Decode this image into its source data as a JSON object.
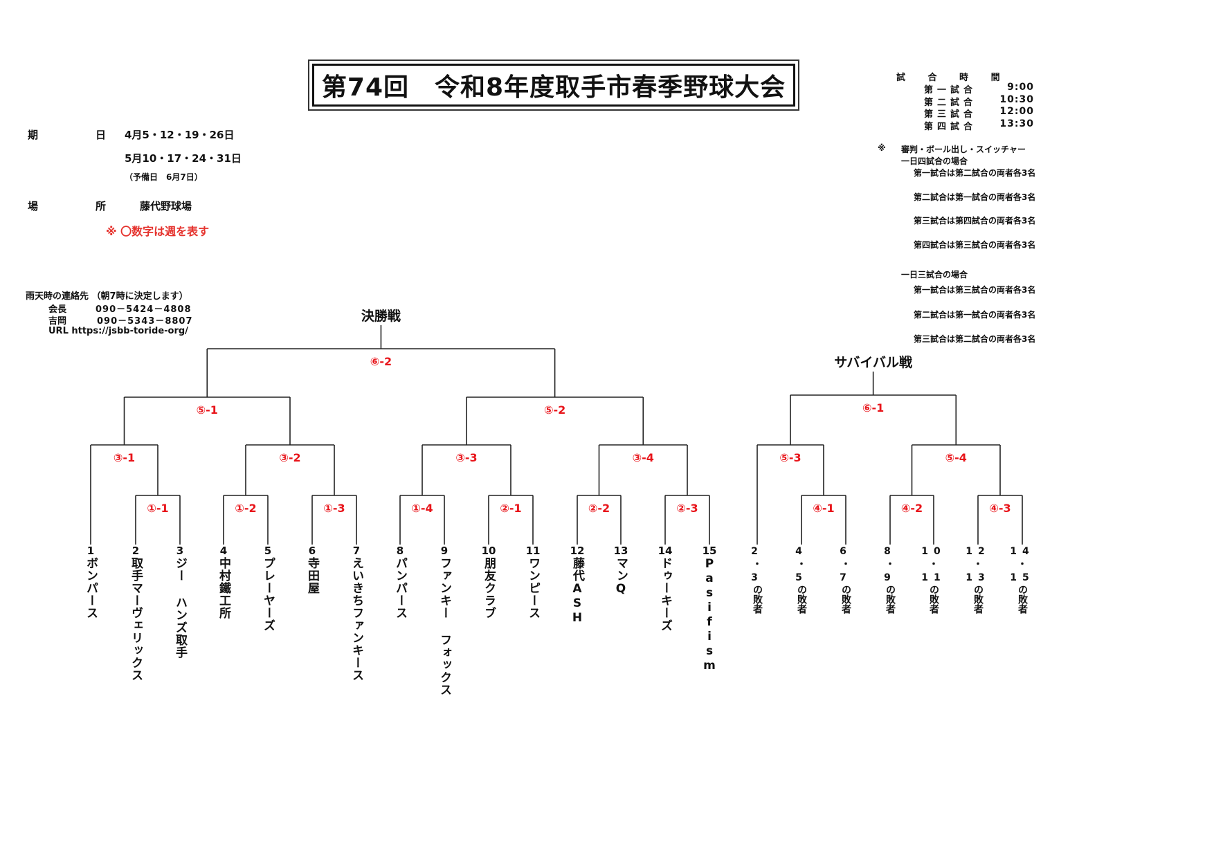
{
  "title": "第74回　令和8年度取手市春季野球大会",
  "info": {
    "date_label_1": "期",
    "date_label_2": "日",
    "dates_line1": "4月5・12・19・26日",
    "dates_line2": "5月10・17・24・31日",
    "reserve": "（予備日　6月7日）",
    "place_label_1": "場",
    "place_label_2": "所",
    "place": "藤代野球場",
    "week_note": "※ 〇数字は週を表す"
  },
  "contact": {
    "heading": "雨天時の連絡先 （朝7時に決定します）",
    "people": [
      {
        "name": "会長",
        "phone": "090－5424－4808"
      },
      {
        "name": "吉岡",
        "phone": "090－5343－8807"
      }
    ],
    "url": "URL https://jsbb-toride-org/"
  },
  "schedule": {
    "heading": "試 合 時 間",
    "rows": [
      {
        "label": "第一試合",
        "time": "9:00"
      },
      {
        "label": "第二試合",
        "time": "10:30"
      },
      {
        "label": "第三試合",
        "time": "12:00"
      },
      {
        "label": "第四試合",
        "time": "13:30"
      }
    ]
  },
  "duty": {
    "mark": "※",
    "heading": "審判・ボール出し・スイッチャー",
    "four_games_heading": "一日四試合の場合",
    "four_games": [
      "第一試合は第二試合の両者各3名",
      "第二試合は第一試合の両者各3名",
      "第三試合は第四試合の両者各3名",
      "第四試合は第三試合の両者各3名"
    ],
    "three_games_heading": "一日三試合の場合",
    "three_games": [
      "第一試合は第三試合の両者各3名",
      "第二試合は第一試合の両者各3名",
      "第三試合は第二試合の両者各3名"
    ]
  },
  "main_bracket": {
    "title": "決勝戦",
    "teams": [
      {
        "num": "1",
        "name": "ボンパース"
      },
      {
        "num": "2",
        "name": "取手マーヴェリックス"
      },
      {
        "num": "3",
        "name": "ジー ハンズ取手"
      },
      {
        "num": "4",
        "name": "中村鐵工所"
      },
      {
        "num": "5",
        "name": "プレーヤーズ"
      },
      {
        "num": "6",
        "name": "寺田屋"
      },
      {
        "num": "7",
        "name": "えいきちファンキース"
      },
      {
        "num": "8",
        "name": "パンパース"
      },
      {
        "num": "9",
        "name": "ファンキー フォックス"
      },
      {
        "num": "10",
        "name": "朋友クラブ"
      },
      {
        "num": "11",
        "name": "ワンピース"
      },
      {
        "num": "12",
        "name": "藤代ASH"
      },
      {
        "num": "13",
        "name": "マンQ"
      },
      {
        "num": "14",
        "name": "ドゥーキーズ"
      },
      {
        "num": "15",
        "name": "Pasifism"
      }
    ],
    "matches": [
      {
        "key": "m1",
        "label": "①-1",
        "round": 1,
        "a": "t2",
        "b": "t3"
      },
      {
        "key": "m2",
        "label": "①-2",
        "round": 1,
        "a": "t4",
        "b": "t5"
      },
      {
        "key": "m3",
        "label": "①-3",
        "round": 1,
        "a": "t6",
        "b": "t7"
      },
      {
        "key": "m4",
        "label": "①-4",
        "round": 1,
        "a": "t8",
        "b": "t9"
      },
      {
        "key": "m5",
        "label": "②-1",
        "round": 1,
        "a": "t10",
        "b": "t11"
      },
      {
        "key": "m6",
        "label": "②-2",
        "round": 1,
        "a": "t12",
        "b": "t13"
      },
      {
        "key": "m7",
        "label": "②-3",
        "round": 1,
        "a": "t14",
        "b": "t15"
      },
      {
        "key": "m8",
        "label": "③-1",
        "round": 2,
        "a": "t1",
        "b": "m1"
      },
      {
        "key": "m9",
        "label": "③-2",
        "round": 2,
        "a": "m2",
        "b": "m3"
      },
      {
        "key": "m10",
        "label": "③-3",
        "round": 2,
        "a": "m4",
        "b": "m5"
      },
      {
        "key": "m11",
        "label": "③-4",
        "round": 2,
        "a": "m6",
        "b": "m7"
      },
      {
        "key": "m12",
        "label": "⑤-1",
        "round": 3,
        "a": "m8",
        "b": "m9"
      },
      {
        "key": "m13",
        "label": "⑤-2",
        "round": 3,
        "a": "m10",
        "b": "m11"
      },
      {
        "key": "m14",
        "label": "⑥-2",
        "round": 4,
        "a": "m12",
        "b": "m13"
      }
    ]
  },
  "survival_bracket": {
    "title": "サバイバル戦",
    "entries": [
      {
        "a": "2",
        "sep": "・",
        "b": "3",
        "suffix": "の敗者"
      },
      {
        "a": "4",
        "sep": "・",
        "b": "5",
        "suffix": "の敗者"
      },
      {
        "a": "6",
        "sep": "・",
        "b": "7",
        "suffix": "の敗者"
      },
      {
        "a": "8",
        "sep": "・",
        "b": "9",
        "suffix": "の敗者"
      },
      {
        "a": "10",
        "sep": "・",
        "b": "11",
        "suffix": "の敗者"
      },
      {
        "a": "12",
        "sep": "・",
        "b": "13",
        "suffix": "の敗者"
      },
      {
        "a": "14",
        "sep": "・",
        "b": "15",
        "suffix": "の敗者"
      }
    ],
    "matches": [
      {
        "key": "s_m1",
        "label": "④-1",
        "round": 1,
        "a": "s2",
        "b": "s3"
      },
      {
        "key": "s_m2",
        "label": "④-2",
        "round": 1,
        "a": "s4",
        "b": "s5"
      },
      {
        "key": "s_m3",
        "label": "④-3",
        "round": 1,
        "a": "s6",
        "b": "s7"
      },
      {
        "key": "s_m4",
        "label": "⑤-3",
        "round": 2,
        "a": "s1",
        "b": "s_m1"
      },
      {
        "key": "s_m5",
        "label": "⑤-4",
        "round": 2,
        "a": "s_m2",
        "b": "s_m3"
      },
      {
        "key": "s_m6",
        "label": "⑥-1",
        "round": 3,
        "a": "s_m4",
        "b": "s_m5"
      }
    ]
  },
  "colors": {
    "accent_red": "#e8141a",
    "line": "#222222"
  }
}
